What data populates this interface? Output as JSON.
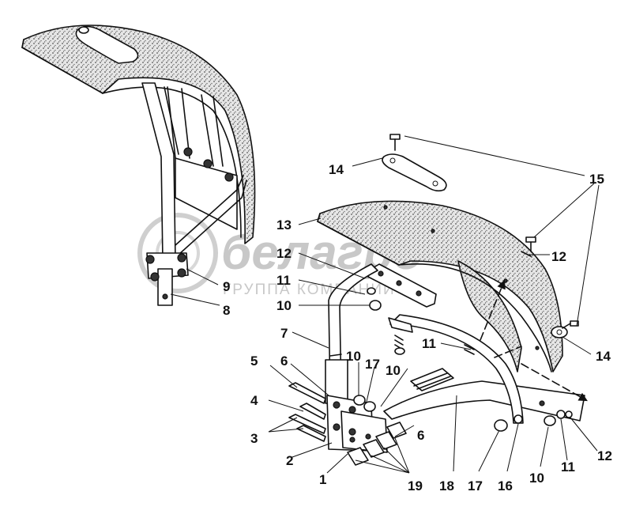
{
  "watermark": {
    "brand": "белагро",
    "subtitle": "ГРУППА КОМПАНИЙ"
  },
  "labels": [
    {
      "id": "1",
      "text": "1"
    },
    {
      "id": "2",
      "text": "2"
    },
    {
      "id": "3",
      "text": "3"
    },
    {
      "id": "4",
      "text": "4"
    },
    {
      "id": "5",
      "text": "5"
    },
    {
      "id": "6a",
      "text": "6"
    },
    {
      "id": "6b",
      "text": "6"
    },
    {
      "id": "7",
      "text": "7"
    },
    {
      "id": "8",
      "text": "8"
    },
    {
      "id": "9",
      "text": "9"
    },
    {
      "id": "10a",
      "text": "10"
    },
    {
      "id": "10b",
      "text": "10"
    },
    {
      "id": "10c",
      "text": "10"
    },
    {
      "id": "10d",
      "text": "10"
    },
    {
      "id": "11a",
      "text": "11"
    },
    {
      "id": "11b",
      "text": "11"
    },
    {
      "id": "11c",
      "text": "11"
    },
    {
      "id": "12a",
      "text": "12"
    },
    {
      "id": "12b",
      "text": "12"
    },
    {
      "id": "12c",
      "text": "12"
    },
    {
      "id": "13",
      "text": "13"
    },
    {
      "id": "14a",
      "text": "14"
    },
    {
      "id": "14b",
      "text": "14"
    },
    {
      "id": "15",
      "text": "15"
    },
    {
      "id": "16",
      "text": "16"
    },
    {
      "id": "17a",
      "text": "17"
    },
    {
      "id": "17b",
      "text": "17"
    },
    {
      "id": "18",
      "text": "18"
    },
    {
      "id": "19",
      "text": "19"
    }
  ]
}
